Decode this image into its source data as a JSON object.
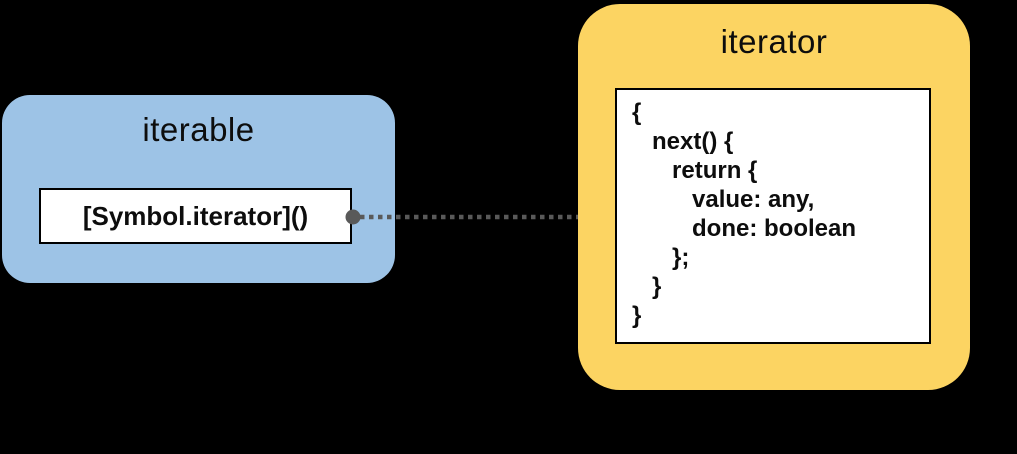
{
  "background_color": "#000000",
  "iterable": {
    "title": "iterable",
    "fill_color": "#9DC3E6",
    "method_label": "[Symbol.iterator]()"
  },
  "iterator": {
    "title": "iterator",
    "fill_color": "#FCD462",
    "code_lines": [
      "{",
      "   next() {",
      "      return {",
      "         value: any,",
      "         done: boolean",
      "      };",
      "   }",
      "}"
    ]
  },
  "arrow": {
    "color": "#595959",
    "style": "dotted"
  }
}
